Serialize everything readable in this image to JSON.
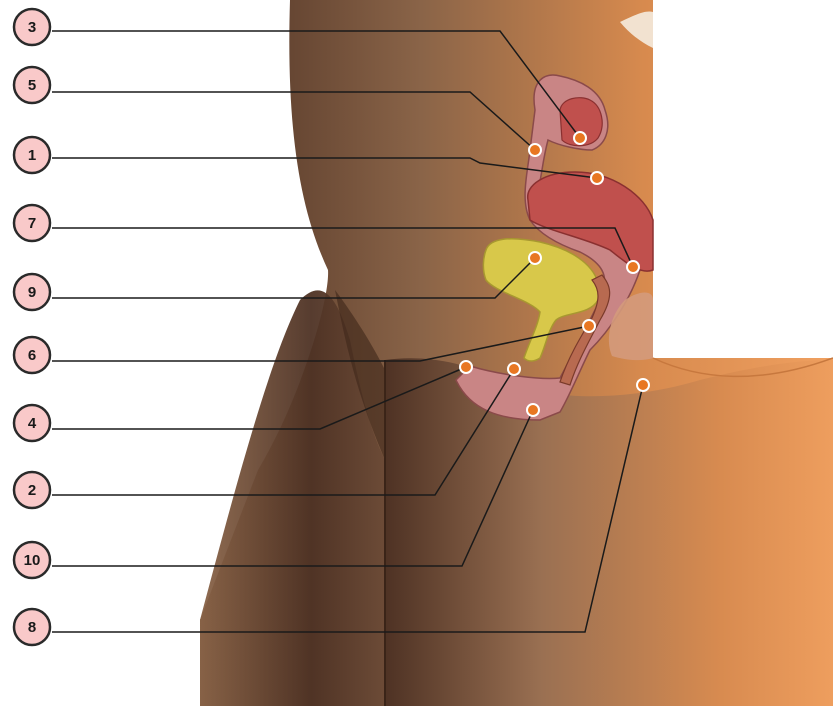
{
  "diagram": {
    "colors": {
      "skin_light": "#F0A060",
      "skin_dark": "#5A3A2A",
      "bladder": "#D8C84A",
      "uterus": "#C0504D",
      "tissue": "#C98585",
      "tissue_light": "#D9A0A0",
      "marker": "#E87722",
      "badge_fill": "#F9C9C9",
      "badge_stroke": "#2A2A2A",
      "leader": "#1A1A1A"
    },
    "badges": [
      {
        "id": "3",
        "label": "3"
      },
      {
        "id": "5",
        "label": "5"
      },
      {
        "id": "1",
        "label": "1"
      },
      {
        "id": "7",
        "label": "7"
      },
      {
        "id": "9",
        "label": "9"
      },
      {
        "id": "6",
        "label": "6"
      },
      {
        "id": "4",
        "label": "4"
      },
      {
        "id": "2",
        "label": "2"
      },
      {
        "id": "10",
        "label": "10"
      },
      {
        "id": "8",
        "label": "8"
      }
    ]
  }
}
